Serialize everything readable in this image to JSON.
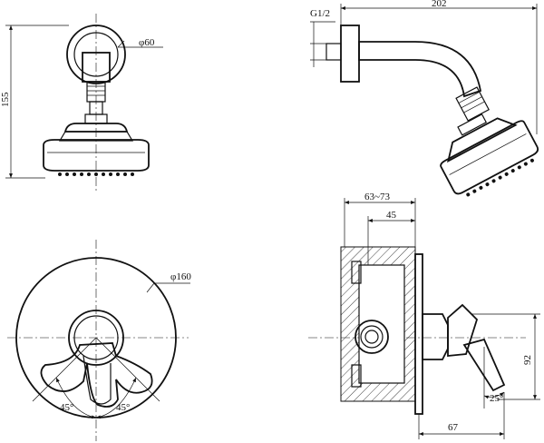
{
  "dimensions": {
    "head_front_height": "155",
    "head_diameter": "φ60",
    "thread_size": "G1/2",
    "arm_length": "202",
    "plate_diameter": "φ160",
    "handle_angle_left": "45°",
    "handle_angle_right": "45°",
    "wall_depth": "63~73",
    "body_depth": "45",
    "lever_height": "92",
    "lever_angle": "25°",
    "lever_projection": "67"
  }
}
